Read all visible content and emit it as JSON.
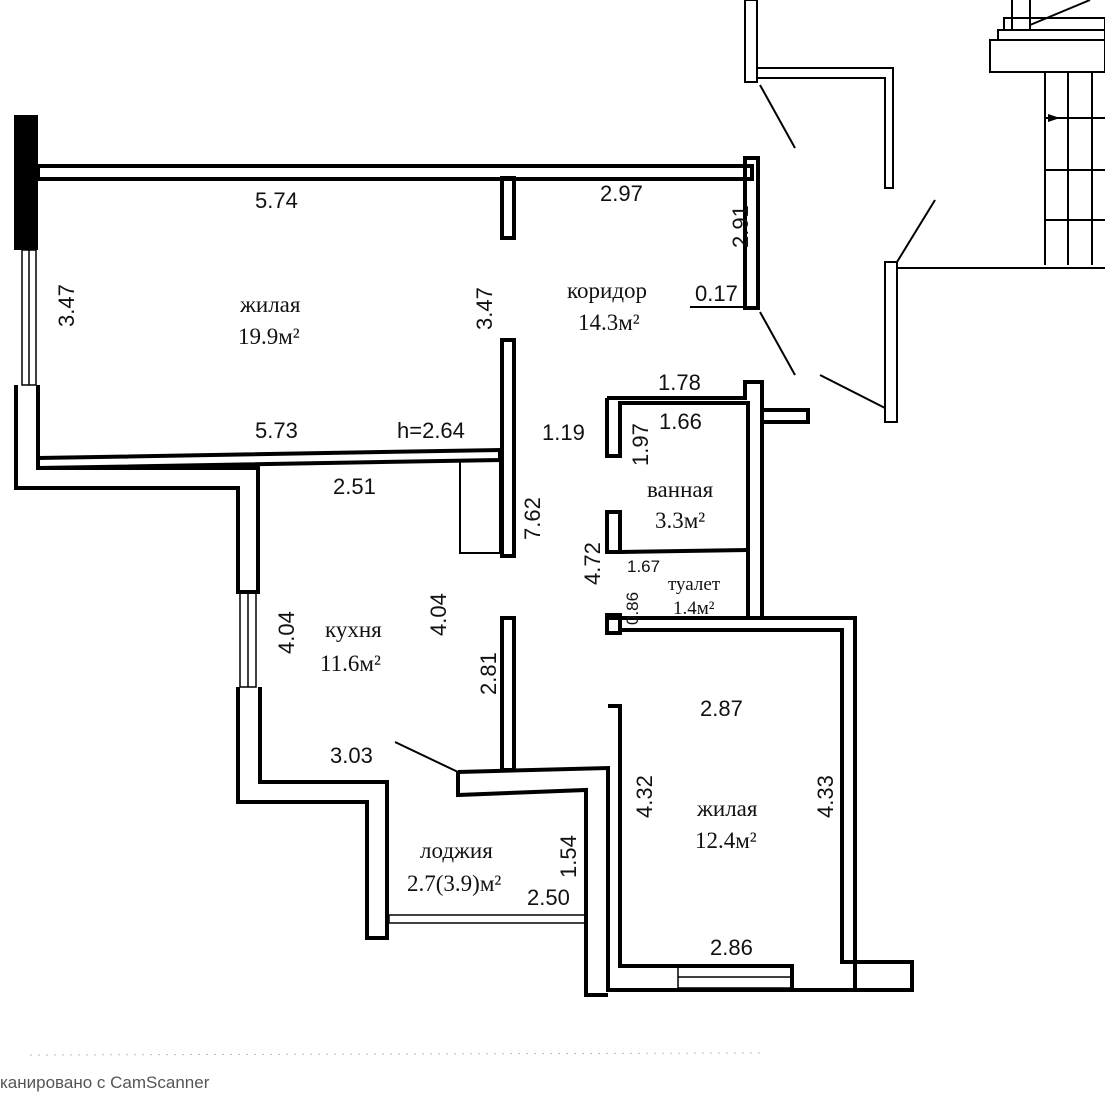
{
  "rooms": {
    "living_big": {
      "name": "жилая",
      "area": "19.9м²"
    },
    "corridor": {
      "name": "коридор",
      "area": "14.3м²"
    },
    "bathroom": {
      "name": "ванная",
      "area": "3.3м²"
    },
    "toilet": {
      "name": "туалет",
      "area": "1.4м²"
    },
    "kitchen": {
      "name": "кухня",
      "area": "11.6м²"
    },
    "loggia": {
      "name": "лоджия",
      "area": "2.7(3.9)м²"
    },
    "living_small": {
      "name": "жилая",
      "area": "12.4м²"
    }
  },
  "dimensions": {
    "top_left_wall": "5.74",
    "top_right_wall": "2.97",
    "corridor_right": "2.91",
    "door_gap": "0.17",
    "living_left": "3.47",
    "living_inner": "3.47",
    "living_bottom": "5.73",
    "ceiling_height": "h=2.64",
    "bath_top_outer": "1.78",
    "bath_top_inner": "1.66",
    "bath_left_outer": "1.19",
    "bath_left_inner": "1.97",
    "kitchen_top": "2.51",
    "corridor_length": "7.62",
    "wc_block": "4.72",
    "toilet_width": "1.67",
    "toilet_depth": "0.86",
    "kitchen_left": "4.04",
    "kitchen_inner": "4.04",
    "kitchen_right": "2.81",
    "kitchen_bottom": "3.03",
    "loggia_depth": "1.54",
    "loggia_width": "2.50",
    "small_top": "2.87",
    "small_left": "4.32",
    "small_right": "4.33",
    "small_bottom": "2.86"
  },
  "watermark": "канировано с CamScanner"
}
